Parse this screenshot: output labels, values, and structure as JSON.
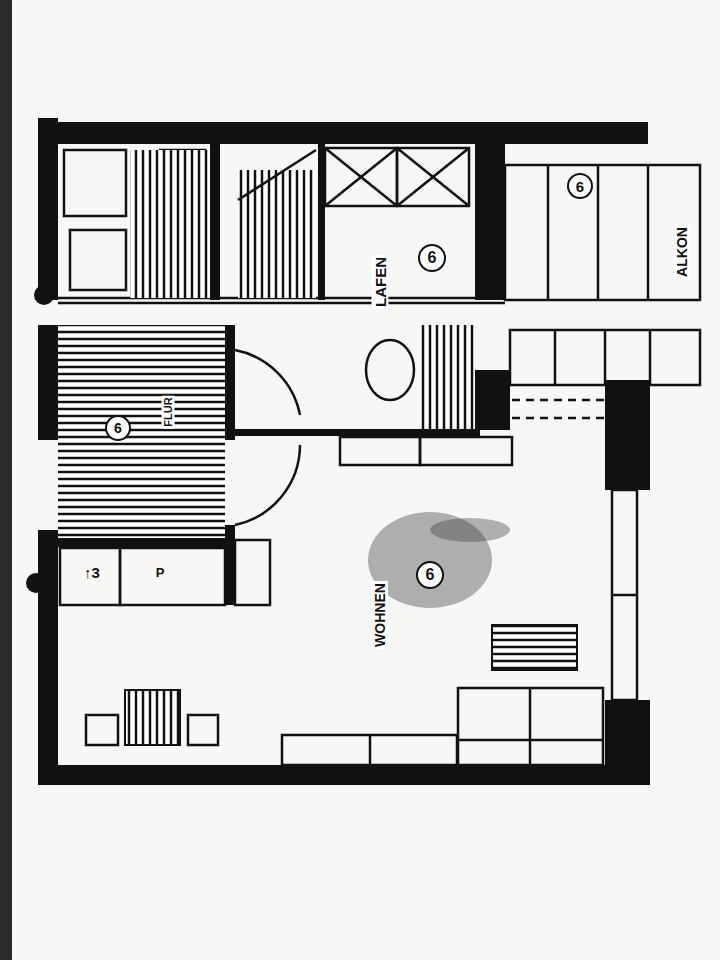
{
  "diagram": {
    "labels": [
      "LAFEN",
      "6",
      "ALKON",
      "6",
      "FLUR",
      "6",
      "WOHNEN",
      "6",
      "↑3",
      "P"
    ]
  }
}
